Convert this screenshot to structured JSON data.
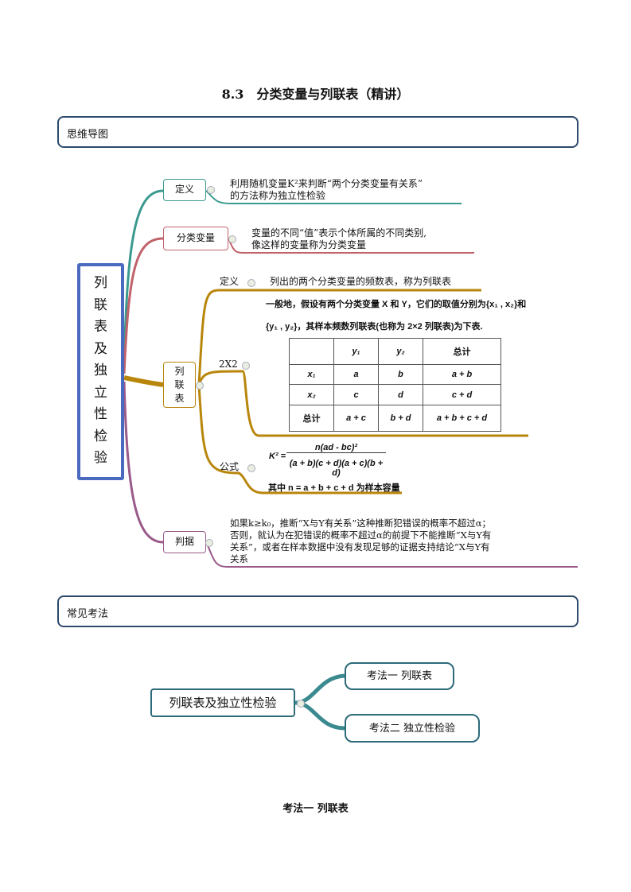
{
  "title": "8.3　分类变量与列联表（精讲）",
  "sections": {
    "mindmap": "思维导图",
    "common": "常见考法"
  },
  "mindmap": {
    "root": [
      "列",
      "联",
      "表",
      "及",
      "独",
      "立",
      "性",
      "检",
      "验"
    ],
    "def": {
      "label": "定义",
      "text1": "利用随机变量K²来判断“两个分类变量有关系”",
      "text2": "的方法称为独立性检验"
    },
    "catvar": {
      "label": "分类变量",
      "text1": "变量的不同“值”表示个体所属的不同类别,",
      "text2": "像这样的变量称为分类变量"
    },
    "table": {
      "label": [
        "列",
        "联",
        "表"
      ],
      "def_label": "定义",
      "def_text": "列出的两个分类变量的频数表，称为列联表",
      "general1": "一般地，假设有两个分类变量 X 和 Y，它们的取值分别为{x₁ , x₂}和",
      "general2": "{y₁ , y₂}，其样本频数列联表(也称为 2×2 列联表)为下表.",
      "label_2x2": "2X2",
      "rows": [
        [
          "",
          "y₁",
          "y₂",
          "总计"
        ],
        [
          "x₁",
          "a",
          "b",
          "a + b"
        ],
        [
          "x₂",
          "c",
          "d",
          "c + d"
        ],
        [
          "总计",
          "a + c",
          "b + d",
          "a + b + c + d"
        ]
      ],
      "formula_label": "公式",
      "formula_lhs": "K² =",
      "formula_num": "n(ad - bc)²",
      "formula_den": "(a + b)(c + d)(a + c)(b + d)",
      "formula_note": "其中 n = a + b + c + d 为样本容量"
    },
    "crit": {
      "label": "判据",
      "lines": [
        "如果k≥k₀，推断“X与Y有关系”这种推断犯错误的概率不超过α；",
        "否则，就认为在犯错误的概率不超过α的前提下不能推断“X与Y有",
        "关系”，或者在样本数据中没有发现足够的证据支持结论“X与Y有",
        "关系"
      ]
    }
  },
  "methods": {
    "center": "列联表及独立性检验",
    "m1": "考法一  列联表",
    "m2": "考法二  独立性检验"
  },
  "footer_heading": "考法一  列联表",
  "colors": {
    "teal": "#3a9a90",
    "red": "#c0626a",
    "gold": "#b8860b",
    "purple": "#9a5a8a",
    "blue": "#4a6ac0",
    "navy": "#2d4a6a"
  }
}
